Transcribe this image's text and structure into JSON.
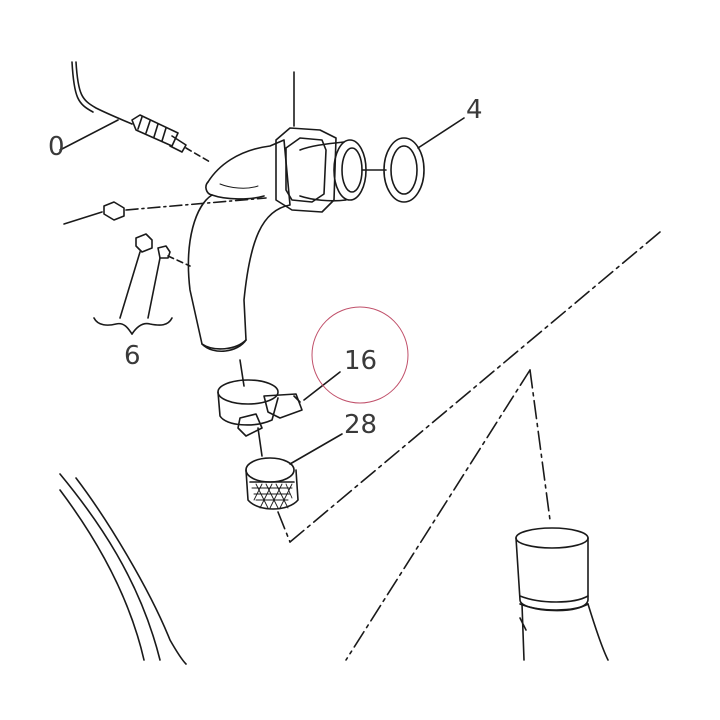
{
  "callouts": {
    "part_4": "4",
    "part_16": "16",
    "part_28": "28",
    "part_6": "6",
    "cropped_ref": "0"
  },
  "colors": {
    "line": "#1a1a1a",
    "text": "#3a3a3a",
    "highlight_circle": "#c0506a",
    "background": "#ffffff"
  }
}
